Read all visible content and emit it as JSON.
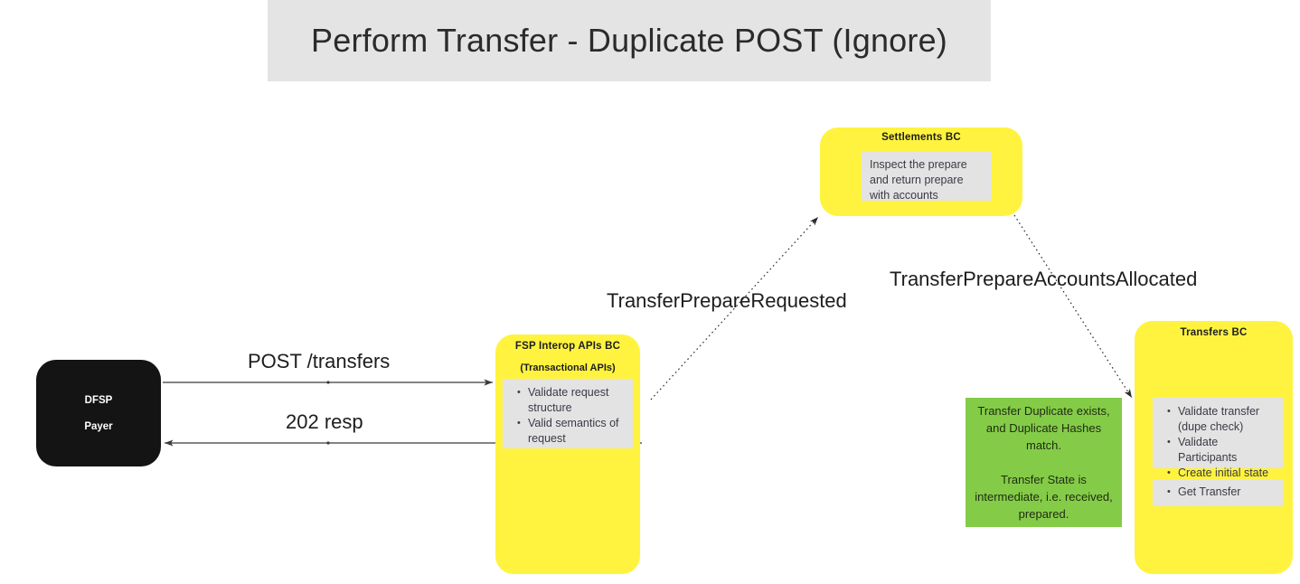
{
  "title": "Perform Transfer - Duplicate POST (Ignore)",
  "colors": {
    "title_band": "#e4e4e4",
    "bc_yellow": "#fff33f",
    "panel_gray": "#e3e3e3",
    "note_green": "#84cc48",
    "actor_black": "#141414",
    "arrow": "#3a3a3a"
  },
  "actor": {
    "line1": "DFSP",
    "line2": "Payer"
  },
  "boxes": {
    "settlements": {
      "title": "Settlements BC",
      "panel_text": "Inspect the prepare and return prepare with accounts"
    },
    "fsp_interop": {
      "title": "FSP Interop APIs BC",
      "subtitle": "(Transactional APIs)",
      "bullets": [
        "Validate request structure",
        "Valid semantics of request"
      ]
    },
    "transfers": {
      "title": "Transfers BC",
      "bullets_primary": [
        "Validate transfer (dupe check)",
        "Validate Participants",
        "Create initial state"
      ],
      "bullets_secondary": [
        "Get Transfer"
      ]
    },
    "green_note": {
      "paragraph1": "Transfer Duplicate exists, and Duplicate Hashes match.",
      "paragraph2": "Transfer State is intermediate, i.e. received, prepared."
    }
  },
  "flows": {
    "post_transfers": "POST /transfers",
    "response_202": "202 resp",
    "transfer_prepare_requested": "TransferPrepareRequested",
    "transfer_prepare_accounts_allocated": "TransferPrepareAccountsAllocated"
  }
}
